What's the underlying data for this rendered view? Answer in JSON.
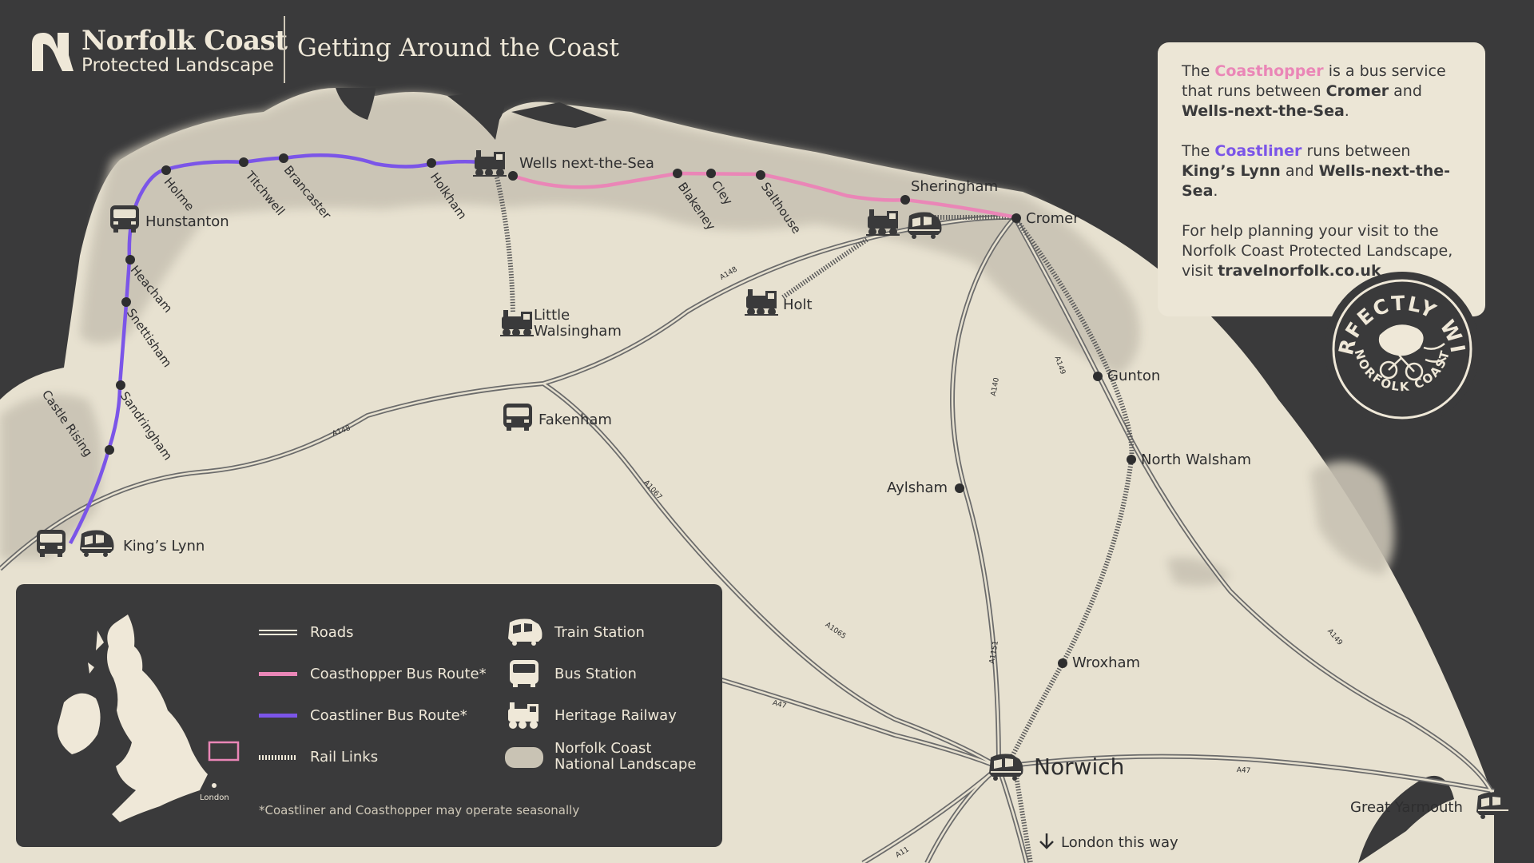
{
  "header": {
    "logo_title": "Norfolk Coast",
    "logo_subtitle": "Protected Landscape",
    "page_title": "Getting Around the Coast"
  },
  "info": {
    "p1_the": "The",
    "p1_coasthopper": "Coasthopper",
    "p1_mid": "is a bus service that runs between",
    "p1_cromer": "Cromer",
    "p1_and": "and",
    "p1_wells": "Wells-next-the-Sea",
    "p1_end": ".",
    "p2_the": "The",
    "p2_coastliner": "Coastliner",
    "p2_mid": "runs between",
    "p2_kings": "King’s Lynn",
    "p2_and": "and",
    "p2_wells": "Wells-next-the-Sea",
    "p2_end": ".",
    "p3_text": "For help planning your visit to the Norfolk Coast Protected Landscape, visit",
    "p3_link": "travelnorfolk.co.uk"
  },
  "badge": {
    "top_text": "PERFECTLY WILD",
    "bottom_text": "NORFOLK COAST"
  },
  "legend": {
    "roads": "Roads",
    "coasthopper": "Coasthopper Bus Route*",
    "coastliner": "Coastliner Bus Route*",
    "rail": "Rail Links",
    "train_station": "Train Station",
    "bus_station": "Bus Station",
    "heritage_railway": "Heritage Railway",
    "national_landscape_1": "Norfolk Coast",
    "national_landscape_2": "National Landscape",
    "note": "*Coastliner and Coasthopper may operate seasonally",
    "inset_london": "London"
  },
  "places": {
    "wells": "Wells next-the-Sea",
    "sheringham": "Sheringham",
    "cromer": "Cromer",
    "hunstanton": "Hunstanton",
    "little_walsingham_1": "Little",
    "little_walsingham_2": "Walsingham",
    "holt": "Holt",
    "fakenham": "Fakenham",
    "gunton": "Gunton",
    "north_walsham": "North Walsham",
    "aylsham": "Aylsham",
    "kings_lynn": "King’s Lynn",
    "wroxham": "Wroxham",
    "norwich": "Norwich",
    "great_yarmouth": "Great Yarmouth",
    "london_this_way": "London this way"
  },
  "stops": {
    "holme": "Holme",
    "titchwell": "Titchwell",
    "brancaster": "Brancaster",
    "holkham": "Holkham",
    "blakeney": "Blakeney",
    "cley": "Cley",
    "salthouse": "Salthouse",
    "heacham": "Heacham",
    "snettisham": "Snettisham",
    "sandringham": "Sandringham",
    "castle_rising": "Castle Rising"
  },
  "roads": {
    "a148_west": "A148",
    "a148_east": "A148",
    "a1067": "A1067",
    "a1065": "A1065",
    "a47": "A47",
    "a140": "A140",
    "a149": "A149",
    "a11": "A11",
    "a1151": "A1151",
    "a149_east": "A149",
    "a47_east": "A47"
  },
  "colors": {
    "background": "#3a3a3b",
    "land": "#e7e1d0",
    "protected": "#c9c3b4",
    "coasthopper": "#ea86b7",
    "coastliner": "#7b55e8",
    "ink": "#2e2e2f"
  },
  "icons": {
    "train": "train-station-icon",
    "bus": "bus-station-icon",
    "heritage": "heritage-railway-icon"
  }
}
